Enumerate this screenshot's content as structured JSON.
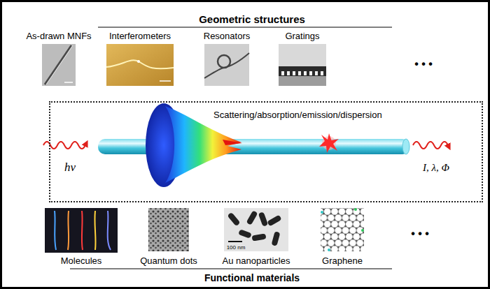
{
  "diagram": {
    "title": "Geometric structures",
    "nodes": [
      {
        "text": [
          "As-drawn MNFs"
        ]
      },
      {
        "text": [
          "Interferometers"
        ]
      },
      {
        "text": [
          "Resonators"
        ]
      },
      {
        "text": [
          "Gratings"
        ]
      },
      {
        "text": [
          "Scattering/absorption/emission/dispersion"
        ]
      },
      {
        "text": [
          "Molecules"
        ]
      },
      {
        "text": [
          "Quantum dots"
        ]
      },
      {
        "text": [
          "Au nanoparticles"
        ]
      },
      {
        "text": [
          "Graphene"
        ]
      }
    ],
    "labels": [
      "• • •",
      "hν",
      "I, λ, Φ",
      "100 nm",
      "• • •",
      "Functional materials"
    ]
  }
}
